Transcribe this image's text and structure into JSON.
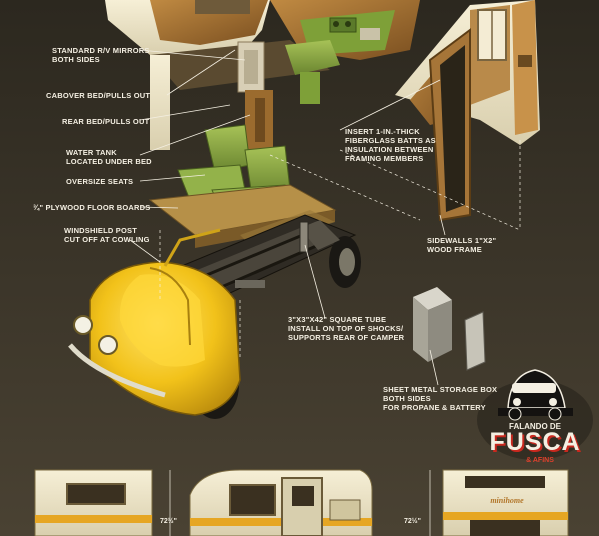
{
  "colors": {
    "background": "#3a3428",
    "body_yellow": "#f2c21a",
    "wood": "#9a6a2e",
    "upholstery_green": "#8aa640",
    "label_text": "#f4efe2",
    "logo_red": "#c8281e"
  },
  "labels": {
    "mirrors": "STANDARD R/V MIRRORS\nBOTH SIDES",
    "cabover_bed": "CABOVER BED/PULLS OUT",
    "rear_bed": "REAR BED/PULLS OUT",
    "water_tank": "WATER TANK\nLOCATED UNDER BED",
    "seats": "OVERSIZE SEATS",
    "floor": "¾\" PLYWOOD FLOOR BOARDS",
    "windshield": "WINDSHIELD POST\nCUT OFF AT COWLING",
    "insulation": "INSERT 1-IN.-THICK\nFIBERGLASS BATTS AS\nINSULATION BETWEEN\nFRAMING MEMBERS",
    "sidewalls": "SIDEWALLS 1\"X2\"\nWOOD FRAME",
    "tube": "3\"X3\"X42\" SQUARE TUBE\nINSTALL ON TOP OF SHOCKS/\nSUPPORTS REAR OF CAMPER",
    "storage": "SHEET METAL STORAGE BOX\nBOTH SIDES\nFOR PROPANE & BATTERY"
  },
  "dimensions": {
    "left_height": "72½\"",
    "right_height": "72½\""
  },
  "logo": {
    "top_text": "FALANDO DE",
    "main_text": "FUSCA",
    "sub_text": "& AFINS"
  },
  "camper_badge": "minihome"
}
